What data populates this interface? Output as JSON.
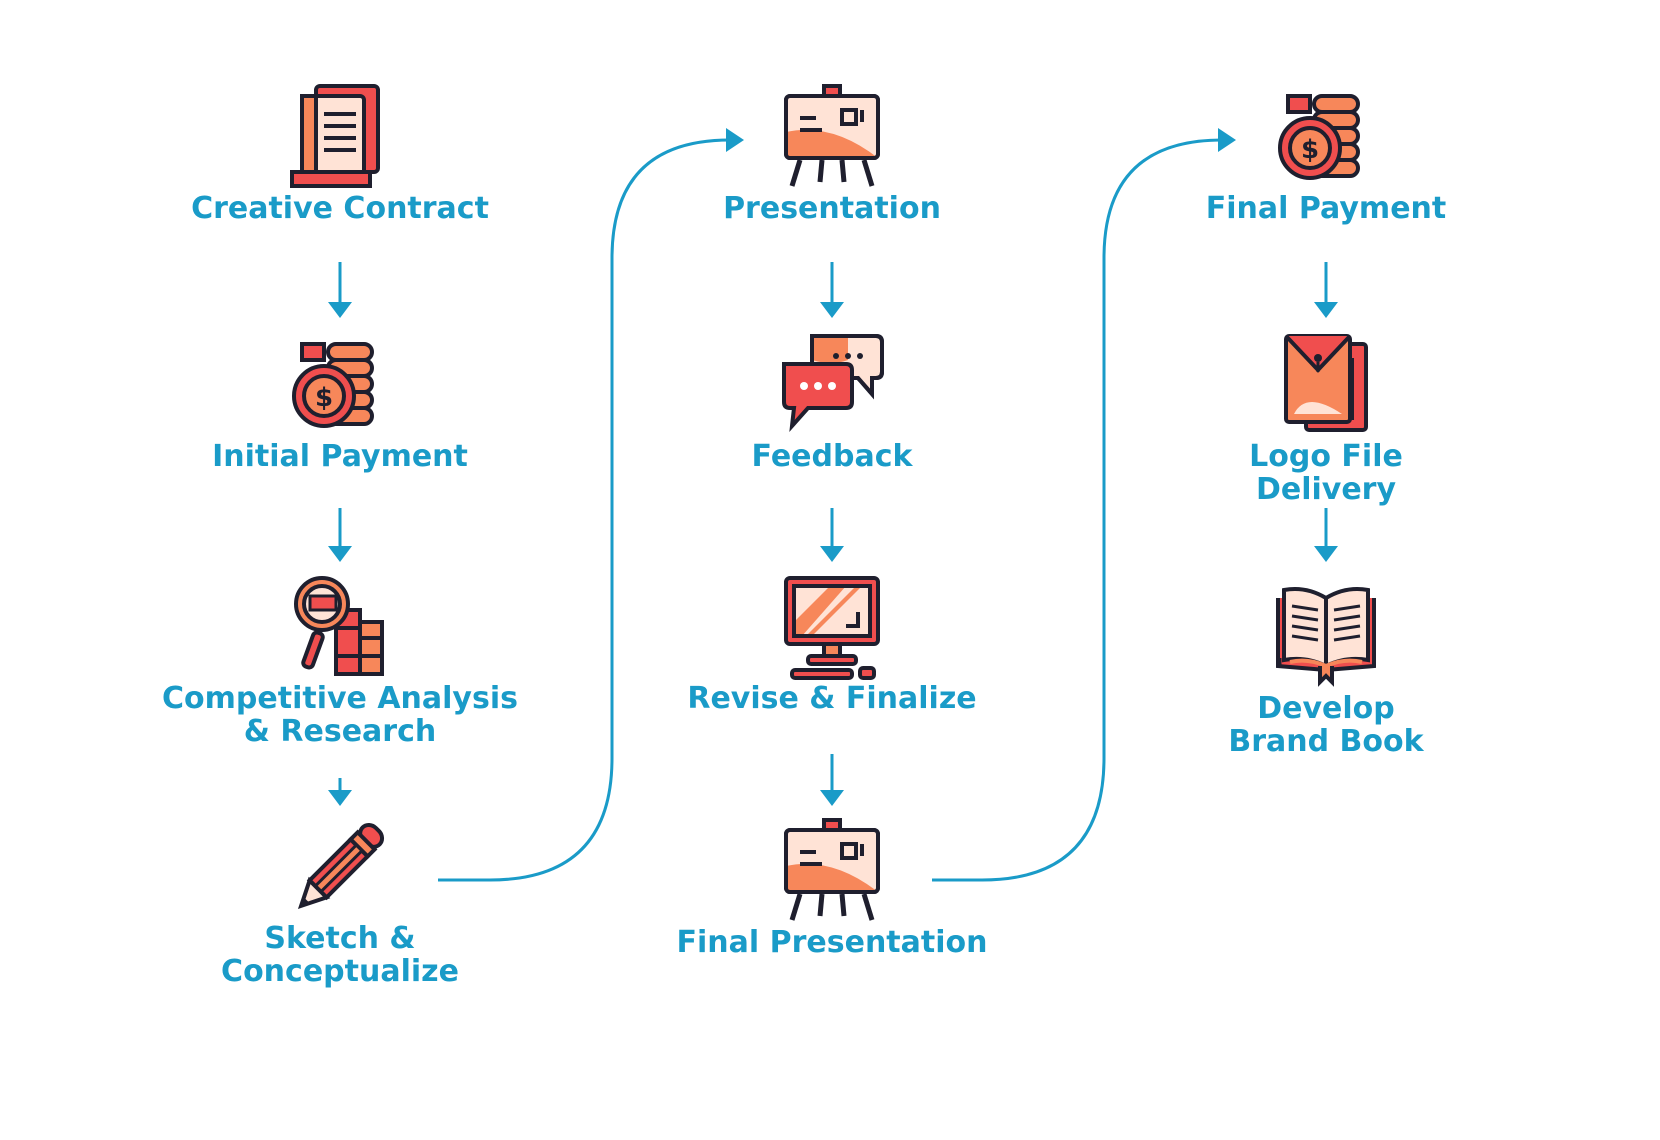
{
  "colors": {
    "accent": "#1a9bc8",
    "icon_red": "#f04e4e",
    "icon_orange": "#f7875a",
    "icon_light": "#ffe3d6",
    "outline": "#1f1f2e"
  },
  "columns": [
    {
      "steps": [
        {
          "label": "Creative Contract",
          "icon": "contract-document-icon"
        },
        {
          "label": "Initial Payment",
          "icon": "coins-payment-icon"
        },
        {
          "label_lines": [
            "Competitive Analysis",
            "& Research"
          ],
          "icon": "magnifier-books-icon"
        },
        {
          "label_lines": [
            "Sketch &",
            "Conceptualize"
          ],
          "icon": "pencil-icon"
        }
      ]
    },
    {
      "steps": [
        {
          "label": "Presentation",
          "icon": "presentation-board-icon"
        },
        {
          "label": "Feedback",
          "icon": "chat-bubbles-icon"
        },
        {
          "label": "Revise & Finalize",
          "icon": "monitor-icon"
        },
        {
          "label": "Final Presentation",
          "icon": "presentation-board-icon"
        }
      ]
    },
    {
      "steps": [
        {
          "label": "Final Payment",
          "icon": "coins-payment-icon"
        },
        {
          "label_lines": [
            "Logo File",
            "Delivery"
          ],
          "icon": "envelope-file-icon"
        },
        {
          "label_lines": [
            "Develop",
            "Brand Book"
          ],
          "icon": "open-book-icon"
        }
      ]
    }
  ]
}
